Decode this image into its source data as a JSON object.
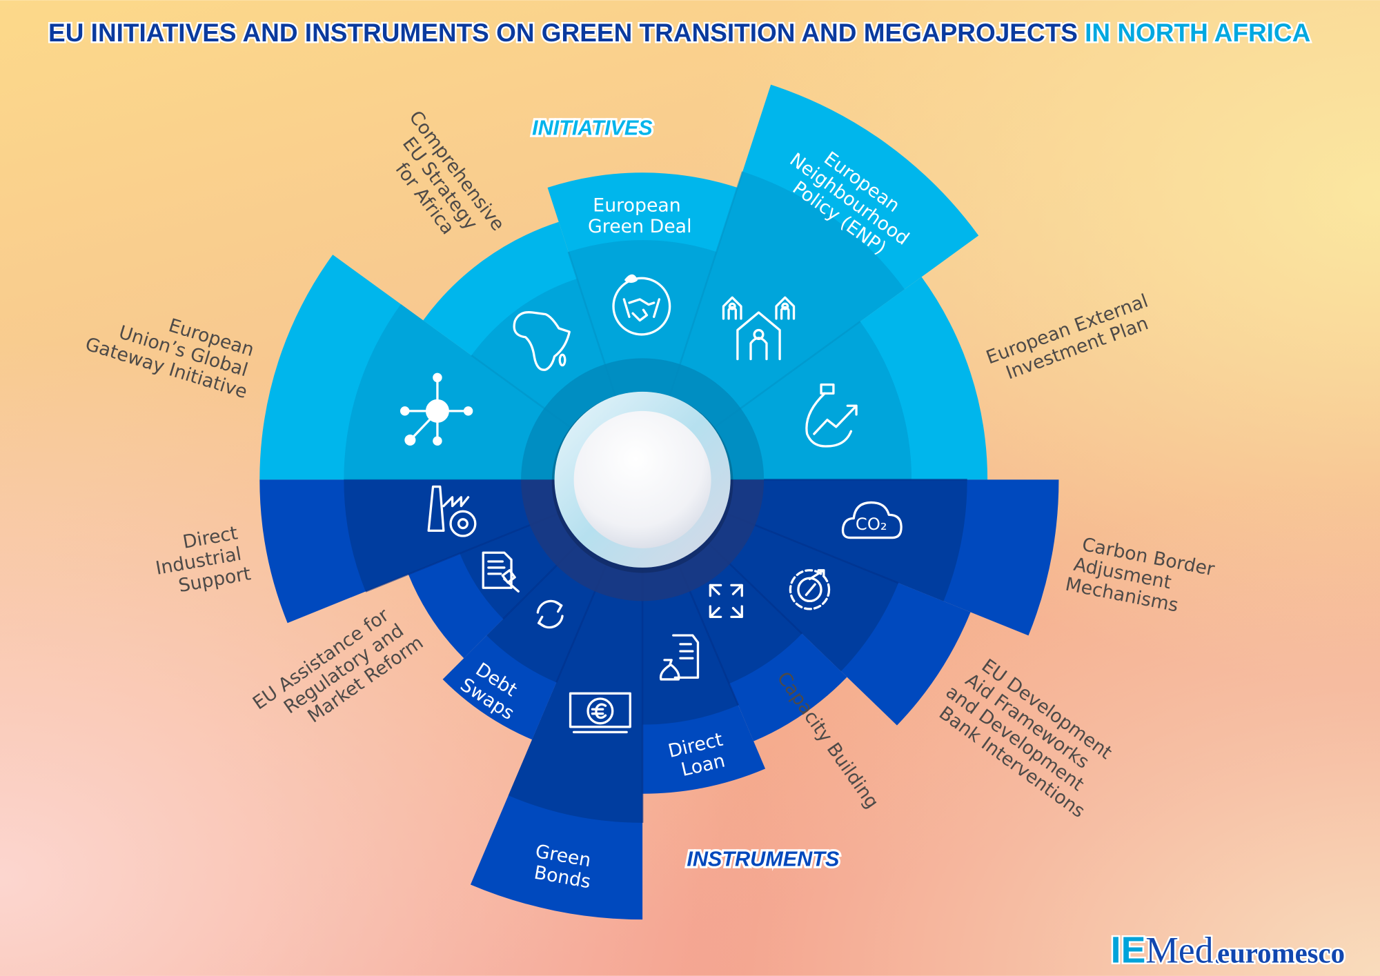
{
  "title": {
    "part1": "EU INITIATIVES AND INSTRUMENTS ON GREEN TRANSITION AND MEGAPROJECTS",
    "part2": "IN NORTH AFRICA"
  },
  "colors": {
    "title_dark": "#0a3a9e",
    "title_light": "#00a8e0",
    "initiatives": "#00b4eb",
    "instruments": "#0048bc"
  },
  "sections": {
    "initiatives": "INITIATIVES",
    "instruments": "INSTRUMENTS"
  },
  "initiatives": {
    "global_gateway": {
      "lines": [
        "European",
        "Union’s Global",
        "Gateway Initiative"
      ],
      "icon": "network-hub-icon"
    },
    "africa_strategy": {
      "lines": [
        "Comprehensive",
        "EU Strategy",
        "for Africa"
      ],
      "icon": "africa-map-icon"
    },
    "green_deal": {
      "lines": [
        "European",
        "Green Deal"
      ],
      "icon": "handshake-leaf-icon"
    },
    "enp": {
      "lines": [
        "European",
        "Neighbourhood",
        "Policy (ENP)"
      ],
      "icon": "houses-people-icon"
    },
    "external_investment": {
      "lines": [
        "European External",
        "Investment Plan"
      ],
      "icon": "money-bag-growth-icon"
    }
  },
  "instruments": {
    "direct_industrial": {
      "lines": [
        "Direct",
        "Industrial",
        "Support"
      ],
      "icon": "factory-gear-icon"
    },
    "regulatory_reform": {
      "lines": [
        "EU Assistance for",
        "Regulatory and",
        "Market Reform"
      ],
      "icon": "document-gavel-icon"
    },
    "debt_swaps": {
      "lines": [
        "Debt",
        "Swaps"
      ],
      "icon": "refresh-arrows-icon"
    },
    "green_bonds": {
      "lines": [
        "Green",
        "Bonds"
      ],
      "icon": "euro-banknote-icon"
    },
    "direct_loan": {
      "lines": [
        "Direct",
        "Loan"
      ],
      "icon": "money-bag-document-icon"
    },
    "capacity_building": {
      "lines": [
        "Capacity Building"
      ],
      "icon": "expand-arrows-icon"
    },
    "development_aid": {
      "lines": [
        "EU Development",
        "Aid Frameworks",
        "and Development",
        "Bank Interventions"
      ],
      "icon": "gear-target-icon"
    },
    "carbon_border": {
      "lines": [
        "Carbon Border",
        "Adjusment",
        "Mechanisms"
      ],
      "icon": "co2-cloud-icon"
    }
  },
  "logo": {
    "iemed": "IEMed.",
    "euromesco": "euromesco"
  }
}
